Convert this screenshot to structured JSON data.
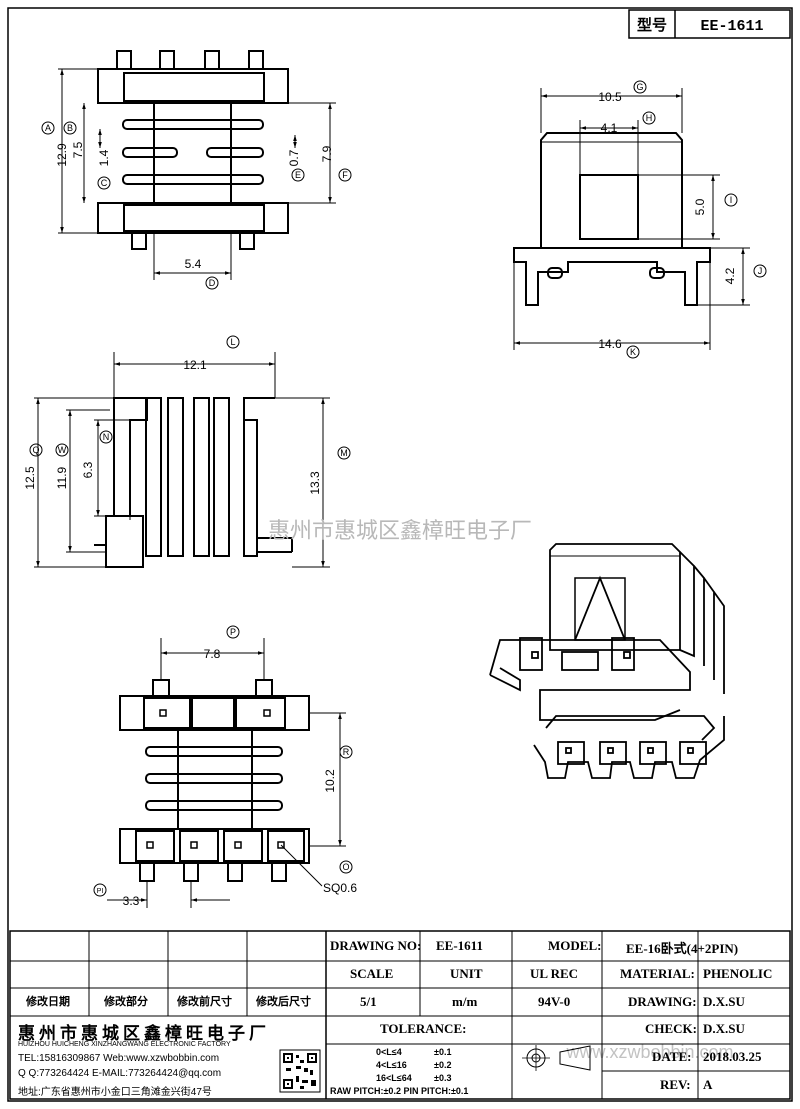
{
  "header": {
    "model_label": "型号",
    "model_value": "EE-1611"
  },
  "dimensions": {
    "a": "12.9",
    "b": "7.5",
    "c": "1.4",
    "d": "5.4",
    "e": "0.7",
    "f": "7.9",
    "g": "10.5",
    "h": "4.1",
    "i": "5.0",
    "j": "4.2",
    "k": "14.6",
    "l": "12.1",
    "m": "13.3",
    "n": "6.3",
    "w": "11.9",
    "q": "12.5",
    "p": "7.8",
    "r": "10.2",
    "pi": "3.3",
    "o": "SQ0.6"
  },
  "markers": {
    "A": "A",
    "B": "B",
    "C": "C",
    "D": "D",
    "E": "E",
    "F": "F",
    "G": "G",
    "H": "H",
    "I": "I",
    "J": "J",
    "K": "K",
    "L": "L",
    "M": "M",
    "N": "N",
    "W": "W",
    "Q": "Q",
    "P": "P",
    "R": "R",
    "O": "O",
    "PI": "PI"
  },
  "watermark": "惠州市惠城区鑫樟旺电子厂",
  "watermark_url": "www.xzwbobbin.com",
  "title_block": {
    "rev_headers": [
      "修改日期",
      "修改部分",
      "修改前尺寸",
      "修改后尺寸"
    ],
    "drawing_no_label": "DRAWING NO:",
    "drawing_no": "EE-1611",
    "model_label": "MODEL:",
    "model": "EE-16卧式(4+2PIN)",
    "scale_label": "SCALE",
    "unit_label": "UNIT",
    "ul_label": "UL REC",
    "material_label": "MATERIAL:",
    "material": "PHENOLIC",
    "scale": "5/1",
    "unit": "m/m",
    "ul": "94V-0",
    "drawing_label": "DRAWING:",
    "drawing": "D.X.SU",
    "check_label": "CHECK:",
    "check": "D.X.SU",
    "date_label": "DATE:",
    "date": "2018.03.25",
    "rev_label": "REV:",
    "rev": "A",
    "tolerance_label": "TOLERANCE:",
    "tolerances": [
      {
        "range": "0<L≤4",
        "tol": "±0.1"
      },
      {
        "range": "4<L≤16",
        "tol": "±0.2"
      },
      {
        "range": "16<L≤64",
        "tol": "±0.3"
      }
    ],
    "pitch_note": "RAW PITCH:±0.2 PIN PITCH:±0.1",
    "company_cn": "惠州市惠城区鑫樟旺电子厂",
    "company_en": "HUIZHOU HUICHENG XINZHANGWANG ELECTRONIC FACTORY",
    "tel": "TEL:15816309867 Web:www.xzwbobbin.com",
    "qq": "Q Q:773264424 E-MAIL:773264424@qq.com",
    "address": "地址:广东省惠州市小金口三角滩金兴街47号"
  }
}
